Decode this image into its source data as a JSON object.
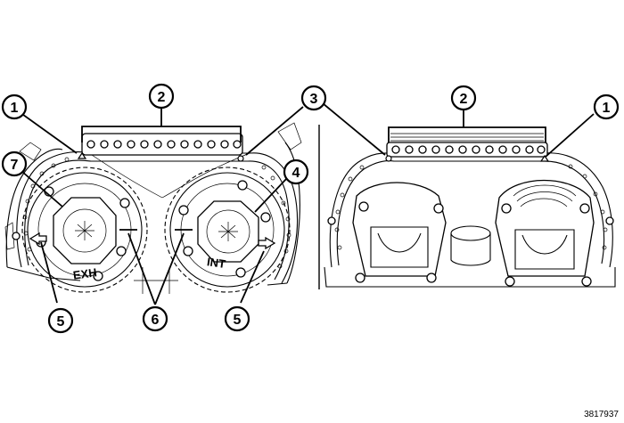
{
  "callouts": {
    "c1_left": "1",
    "c2_left": "2",
    "c3": "3",
    "c4": "4",
    "c5_left": "5",
    "c6": "6",
    "c5_right": "5",
    "c7": "7",
    "c2_right": "2",
    "c1_right": "1"
  },
  "labels": {
    "exhaust": "EXH",
    "intake": "INT"
  },
  "figure_ref": "3817937"
}
